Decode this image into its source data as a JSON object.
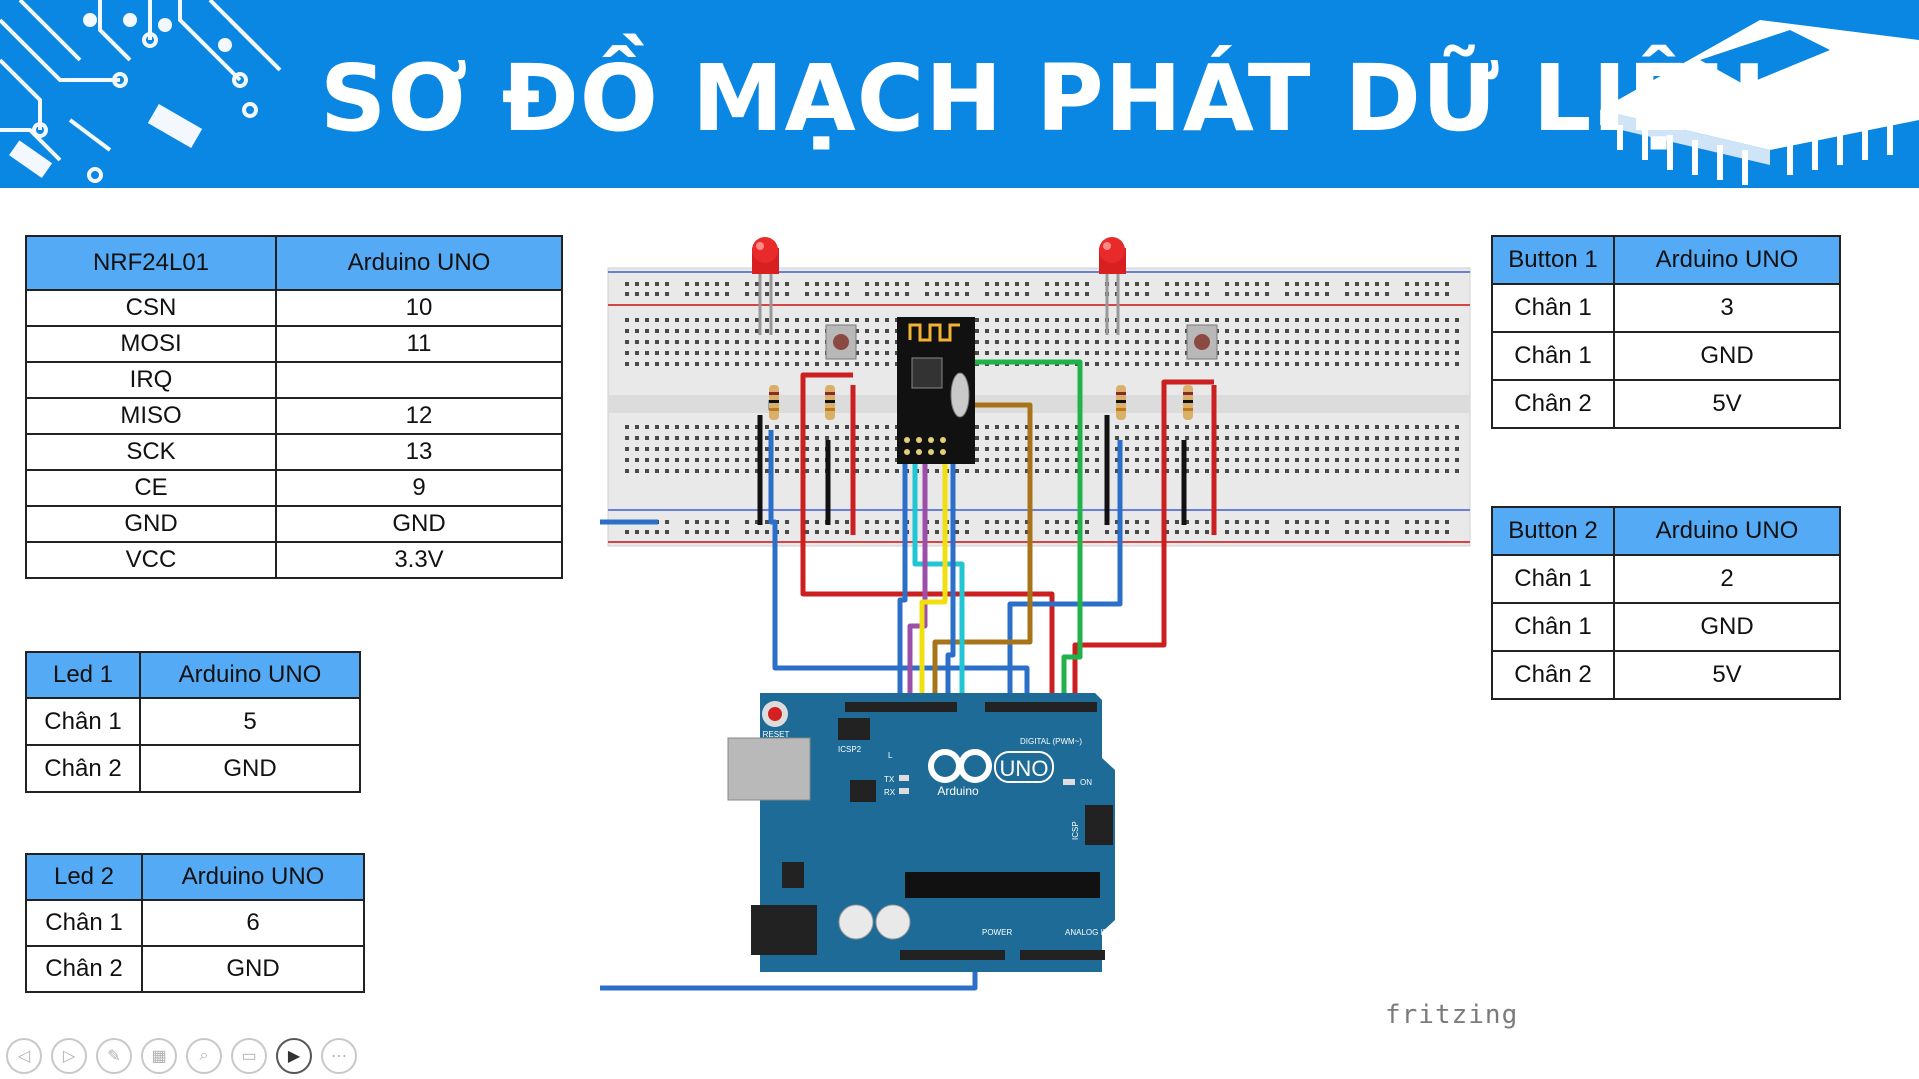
{
  "title": "SƠ ĐỒ MẠCH PHÁT DỮ LIỆU",
  "colors": {
    "banner": "#0a86e3",
    "table_header": "#54aaf5",
    "arduino_board": "#1d6b96",
    "breadboard": "#e9e9e9"
  },
  "tables": {
    "nrf": {
      "headers": [
        "NRF24L01",
        "Arduino UNO"
      ],
      "rows": [
        [
          "CSN",
          "10"
        ],
        [
          "MOSI",
          "11"
        ],
        [
          "IRQ",
          ""
        ],
        [
          "MISO",
          "12"
        ],
        [
          "SCK",
          "13"
        ],
        [
          "CE",
          "9"
        ],
        [
          "GND",
          "GND"
        ],
        [
          "VCC",
          "3.3V"
        ]
      ]
    },
    "led1": {
      "headers": [
        "Led 1",
        "Arduino UNO"
      ],
      "rows": [
        [
          "Chân 1",
          "5"
        ],
        [
          "Chân 2",
          "GND"
        ]
      ]
    },
    "led2": {
      "headers": [
        "Led 2",
        "Arduino UNO"
      ],
      "rows": [
        [
          "Chân 1",
          "6"
        ],
        [
          "Chân 2",
          "GND"
        ]
      ]
    },
    "button1": {
      "headers": [
        "Button 1",
        "Arduino UNO"
      ],
      "rows": [
        [
          "Chân 1",
          "3"
        ],
        [
          "Chân 1",
          "GND"
        ],
        [
          "Chân 2",
          "5V"
        ]
      ]
    },
    "button2": {
      "headers": [
        "Button 2",
        "Arduino UNO"
      ],
      "rows": [
        [
          "Chân 1",
          "2"
        ],
        [
          "Chân 1",
          "GND"
        ],
        [
          "Chân 2",
          "5V"
        ]
      ]
    }
  },
  "board": {
    "reset": "RESET",
    "icsp2": "ICSP2",
    "icsp": "ICSP",
    "uno": "UNO",
    "arduino": "Arduino",
    "digital": "DIGITAL (PWM~)",
    "power": "POWER",
    "analog": "ANALOG IN",
    "on": "ON",
    "l": "L",
    "tx": "TX",
    "rx": "RX"
  },
  "watermark": "fritzing",
  "nav": {
    "icons": [
      "prev-icon",
      "next-icon",
      "pen-icon",
      "slides-icon",
      "zoom-icon",
      "subtitle-icon",
      "video-icon",
      "more-icon"
    ],
    "glyphs": [
      "◁",
      "▷",
      "✎",
      "▦",
      "⌕",
      "▭",
      "▶",
      "⋯"
    ]
  }
}
